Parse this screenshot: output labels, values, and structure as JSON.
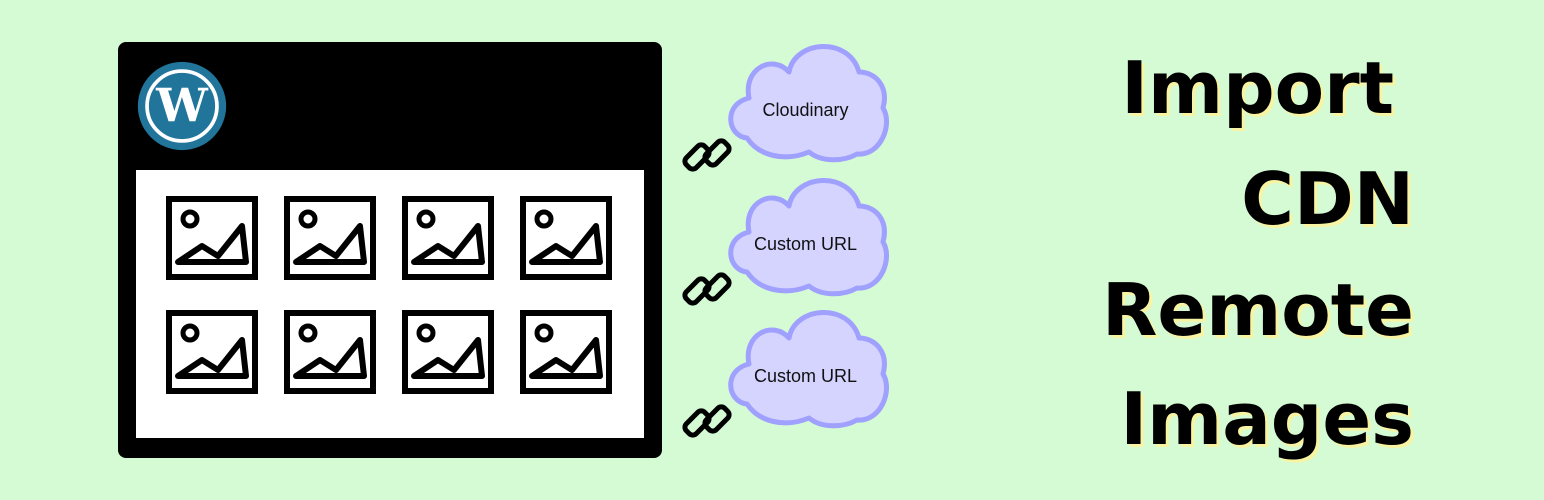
{
  "headline": {
    "line1": "Import",
    "line2": "CDN",
    "line3": "Remote",
    "line4": "Images"
  },
  "sources": [
    {
      "label": "Cloudinary"
    },
    {
      "label": "Custom URL"
    },
    {
      "label": "Custom URL"
    }
  ],
  "icons": {
    "browser": "wordpress-logo-icon",
    "image": "image-placeholder-icon",
    "link": "chain-link-icon",
    "cloud": "cloud-icon"
  },
  "colors": {
    "background": "#d4fbd4",
    "cloud_fill": "#d4d4ff",
    "cloud_stroke": "#a0a0ff",
    "wp_blue": "#21759b",
    "text_shadow": "#f7f4a3"
  }
}
